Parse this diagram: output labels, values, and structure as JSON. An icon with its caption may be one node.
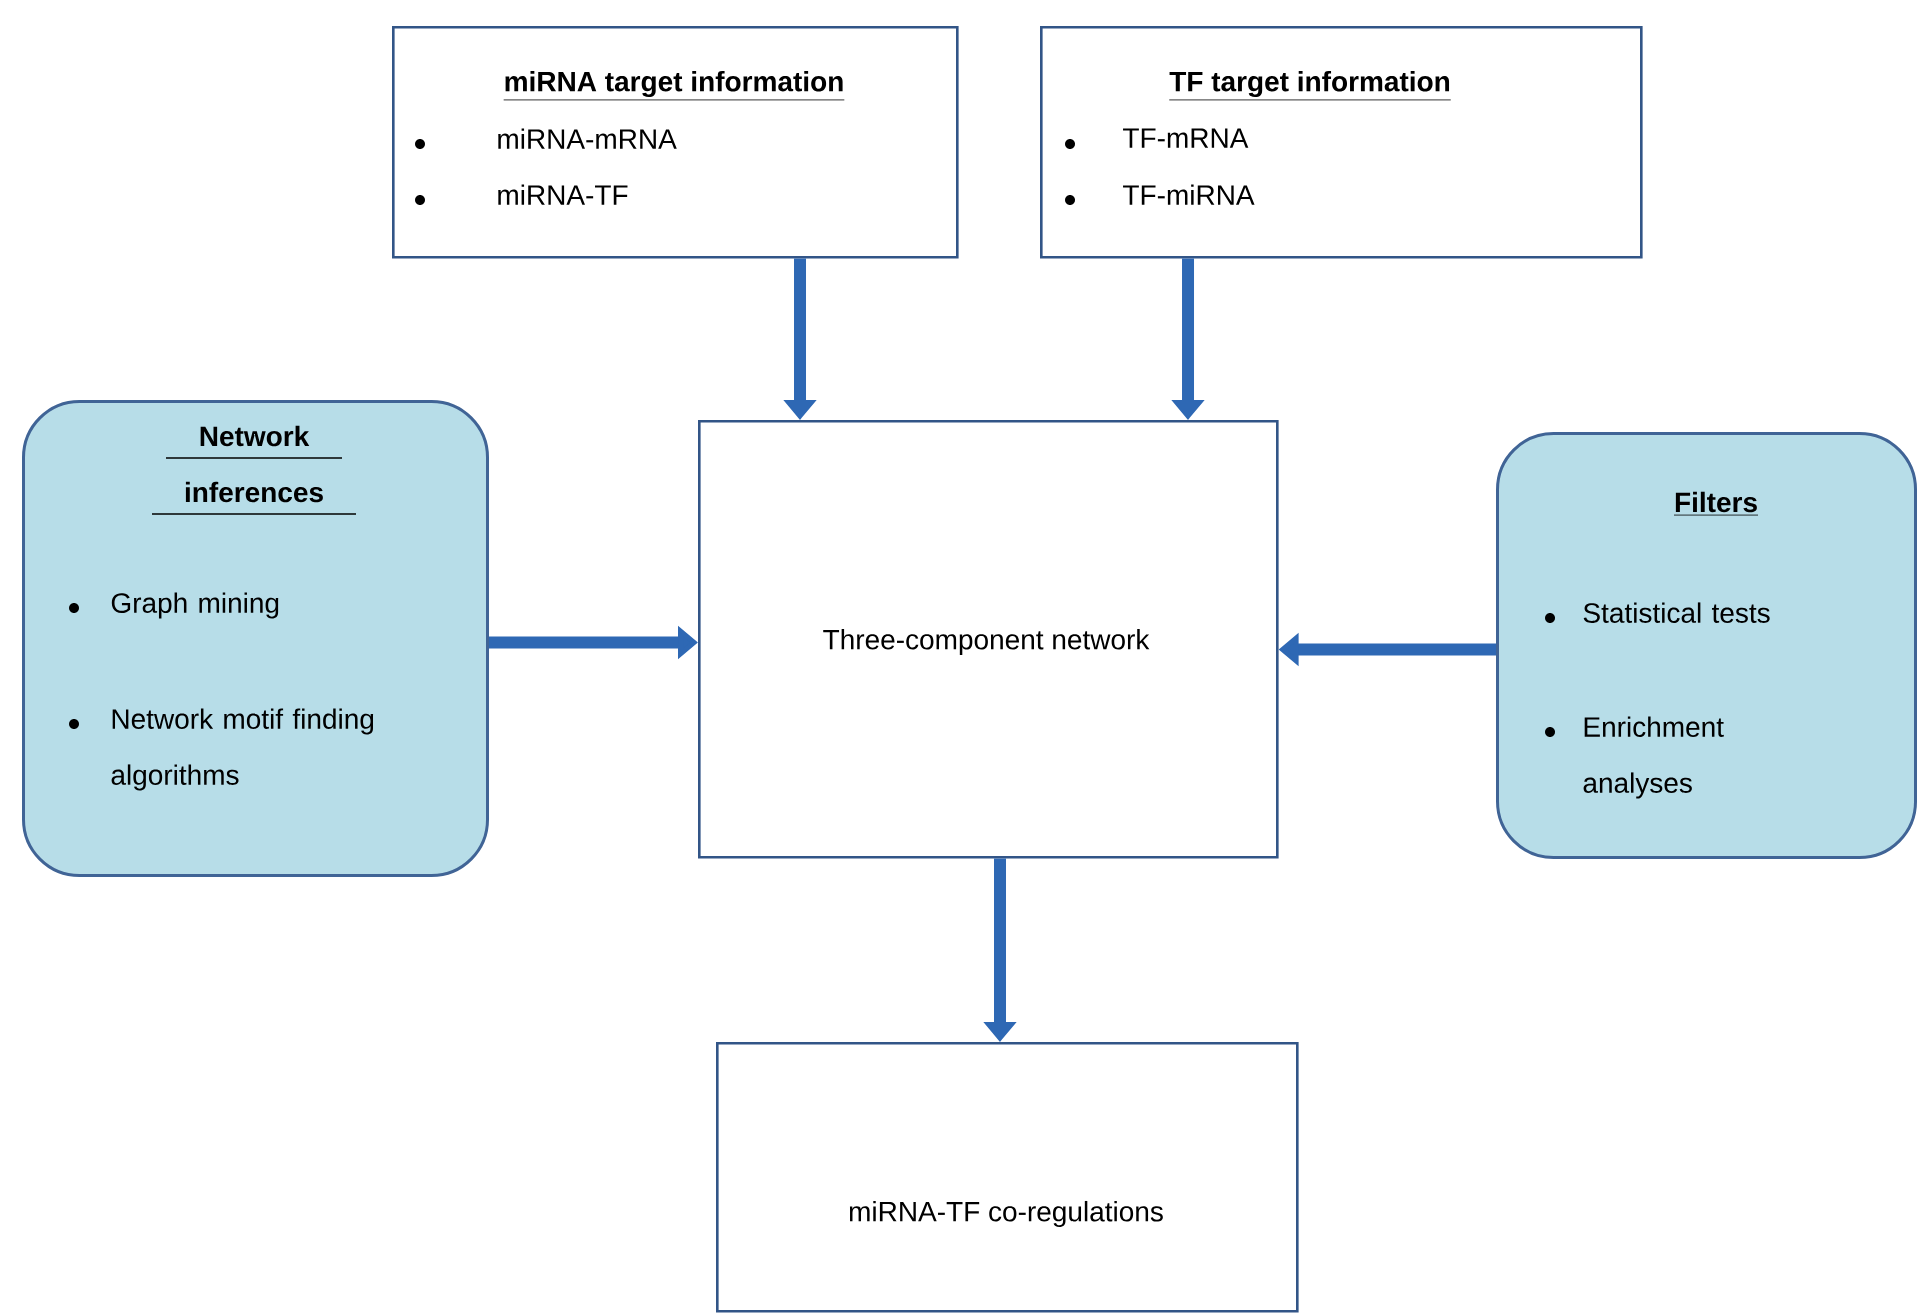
{
  "diagram": {
    "nodes": [
      {
        "text": [
          "miRNA target information",
          "miRNA-mRNA",
          "miRNA-TF"
        ]
      },
      {
        "text": [
          "TF target information",
          "TF-mRNA",
          "TF-miRNA"
        ]
      },
      {
        "text": [
          "Network inferences",
          "Graph mining",
          "Network motif finding algorithms"
        ]
      },
      {
        "text": [
          "Three-component  network"
        ]
      },
      {
        "text": [
          "Filters",
          "Statistical tests",
          "Enrichment analyses"
        ]
      },
      {
        "text": [
          "miRNA-TF co-regulations"
        ]
      }
    ],
    "edges": [
      {
        "from": 0,
        "to": 3,
        "arrow": "to"
      },
      {
        "from": 1,
        "to": 3,
        "arrow": "to"
      },
      {
        "from": 2,
        "to": 3,
        "arrow": "to"
      },
      {
        "from": 4,
        "to": 3,
        "arrow": "to"
      },
      {
        "from": 3,
        "to": 5,
        "arrow": "to"
      }
    ]
  }
}
